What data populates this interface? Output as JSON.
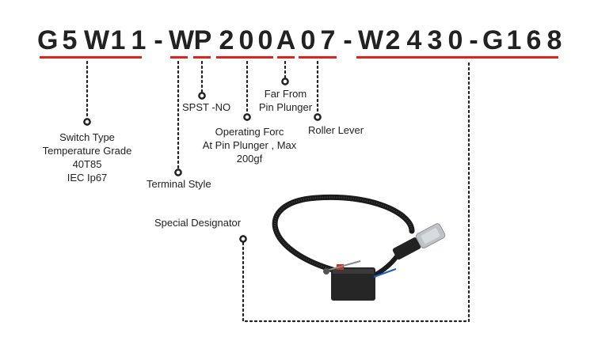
{
  "part_number": {
    "chars": [
      "G",
      "5",
      "W",
      "1",
      "1",
      "-",
      "W",
      "P",
      "2",
      "0",
      "0",
      "A",
      "0",
      "7",
      "-",
      "W",
      "2",
      "4",
      "3",
      "0",
      "-",
      "G",
      "1",
      "6",
      "8"
    ]
  },
  "labels": {
    "switch_type": [
      "Switch Type",
      "Temperature Grade",
      "40T85",
      "IEC Ip67"
    ],
    "terminal_style": "Terminal Style",
    "spst": "SPST -NO",
    "operating_force": [
      "Operating Forc",
      "At Pin Plunger , Max",
      "200gf"
    ],
    "far_from": [
      "Far From",
      "Pin Plunger"
    ],
    "roller_lever": "Roller Lever",
    "special_designator": "Special Designator"
  },
  "colors": {
    "accent": "#e0231c",
    "text": "#222222",
    "dots": "#222222"
  }
}
